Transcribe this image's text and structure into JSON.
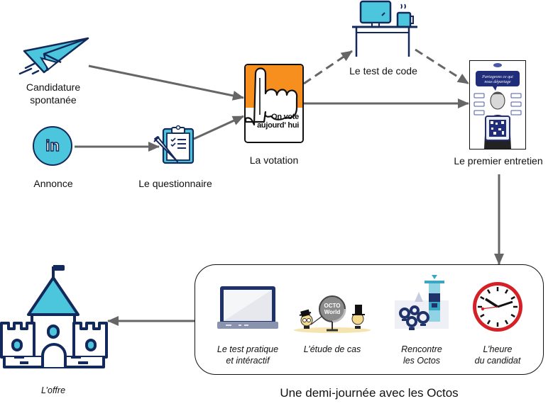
{
  "diagram": {
    "title": "Processus de recrutement",
    "colors": {
      "navy": "#13295b",
      "cyan": "#4cc6dc",
      "orange": "#f78f1e",
      "arrow": "#666666",
      "clock_red": "#d42027"
    },
    "nodes": {
      "candidature": {
        "label_line1": "Candidature",
        "label_line2": "spontanée",
        "icon": "paper-plane-icon"
      },
      "annonce": {
        "label": "Annonce",
        "icon": "linkedin-icon",
        "icon_text": "in"
      },
      "questionnaire": {
        "label": "Le questionnaire",
        "icon": "clipboard-checklist-icon"
      },
      "votation": {
        "label": "La votation",
        "icon": "vote-hand-icon",
        "sign_line1": "On vote",
        "sign_line2": "aujourd' hui"
      },
      "test_code": {
        "label": "Le test de code",
        "icon": "desk-computer-icon"
      },
      "premier_entretien": {
        "label": "Le premier entretien",
        "icon": "poster-icon",
        "poster_text_line1": "Partageons ce qui",
        "poster_text_line2": "nous départage"
      },
      "offre": {
        "label": "L’offre",
        "icon": "castle-icon"
      }
    },
    "group": {
      "label": "Une demi-journée avec les Octos",
      "items": [
        {
          "label_line1": "Le test pratique",
          "label_line2": "et intéractif",
          "icon": "laptop-icon"
        },
        {
          "label_line1": "L’étude de cas",
          "label_line2": "",
          "icon": "octo-world-globe-icon",
          "globe_text_line1": "OCTO",
          "globe_text_line2": "World"
        },
        {
          "label_line1": "Rencontre",
          "label_line2": "les Octos",
          "icon": "totem-octos-icon"
        },
        {
          "label_line1": "L’heure",
          "label_line2": "du candidat",
          "icon": "clock-icon"
        }
      ]
    },
    "edges": [
      {
        "from": "candidature",
        "to": "votation",
        "style": "solid"
      },
      {
        "from": "annonce",
        "to": "questionnaire",
        "style": "solid"
      },
      {
        "from": "questionnaire",
        "to": "votation",
        "style": "solid"
      },
      {
        "from": "votation",
        "to": "test_code",
        "style": "dashed"
      },
      {
        "from": "test_code",
        "to": "premier_entretien",
        "style": "dashed"
      },
      {
        "from": "votation",
        "to": "premier_entretien",
        "style": "solid"
      },
      {
        "from": "premier_entretien",
        "to": "group",
        "style": "solid"
      },
      {
        "from": "group",
        "to": "offre",
        "style": "solid"
      }
    ]
  }
}
